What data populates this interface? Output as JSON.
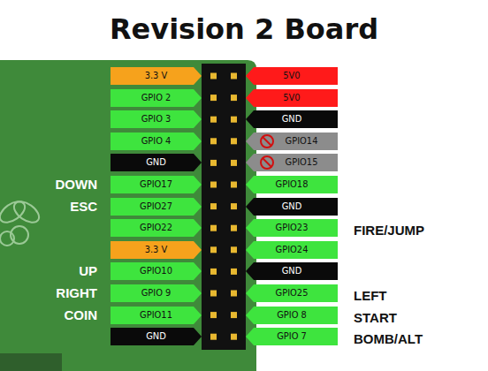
{
  "diagram": {
    "title": "Revision 2 Board",
    "nodes": [
      {
        "text": [
          "3.3 V"
        ]
      },
      {
        "text": [
          "5V0"
        ]
      },
      {
        "text": [
          "GPIO 2"
        ]
      },
      {
        "text": [
          "5V0"
        ]
      },
      {
        "text": [
          "GPIO 3"
        ]
      },
      {
        "text": [
          "GND"
        ]
      },
      {
        "text": [
          "GPIO 4"
        ]
      },
      {
        "text": [
          "GPIO14"
        ]
      },
      {
        "text": [
          "GND"
        ]
      },
      {
        "text": [
          "GPIO15"
        ]
      },
      {
        "text": [
          "GPIO17"
        ]
      },
      {
        "text": [
          "GPIO18"
        ]
      },
      {
        "text": [
          "GPIO27"
        ]
      },
      {
        "text": [
          "GND"
        ]
      },
      {
        "text": [
          "GPIO22"
        ]
      },
      {
        "text": [
          "GPIO23"
        ]
      },
      {
        "text": [
          "3.3 V"
        ]
      },
      {
        "text": [
          "GPIO24"
        ]
      },
      {
        "text": [
          "GPIO10"
        ]
      },
      {
        "text": [
          "GND"
        ]
      },
      {
        "text": [
          "GPIO 9"
        ]
      },
      {
        "text": [
          "GPIO25"
        ]
      },
      {
        "text": [
          "GPIO11"
        ]
      },
      {
        "text": [
          "GPIO 8"
        ]
      },
      {
        "text": [
          "GND"
        ]
      },
      {
        "text": [
          "GPIO 7"
        ]
      }
    ],
    "labels": [
      "DOWN",
      "ESC",
      "FIRE/JUMP",
      "UP",
      "RIGHT",
      "LEFT",
      "COIN",
      "START",
      "BOMB/ALT"
    ]
  }
}
